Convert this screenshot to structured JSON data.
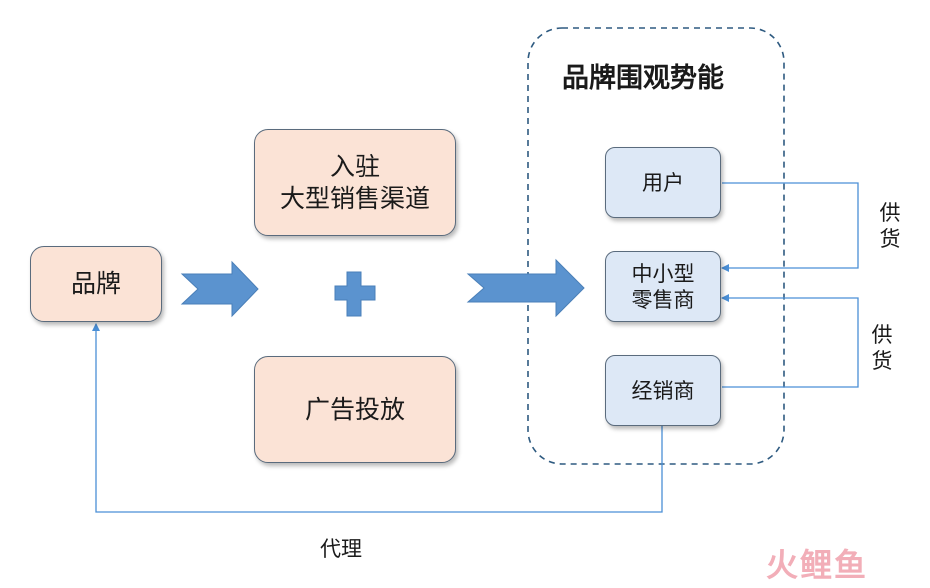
{
  "diagram": {
    "brand": "品牌",
    "settle": {
      "line1": "入驻",
      "line2": "大型销售渠道"
    },
    "ads": "广告投放",
    "plus": "+",
    "group": {
      "title": "品牌围观势能",
      "user": "用户",
      "retail": {
        "line1": "中小型",
        "line2": "零售商"
      },
      "dealer": "经销商"
    },
    "supply_top": "供货",
    "supply_bottom": "供货",
    "agent": "代理"
  },
  "watermark": "火鲤鱼",
  "colors": {
    "peach_fill": "#fbe3d6",
    "blue_fill": "#dde8f6",
    "arrow_fill": "#5b93cf",
    "connector": "#4a8fd6",
    "dash_border": "#2e5a80"
  }
}
